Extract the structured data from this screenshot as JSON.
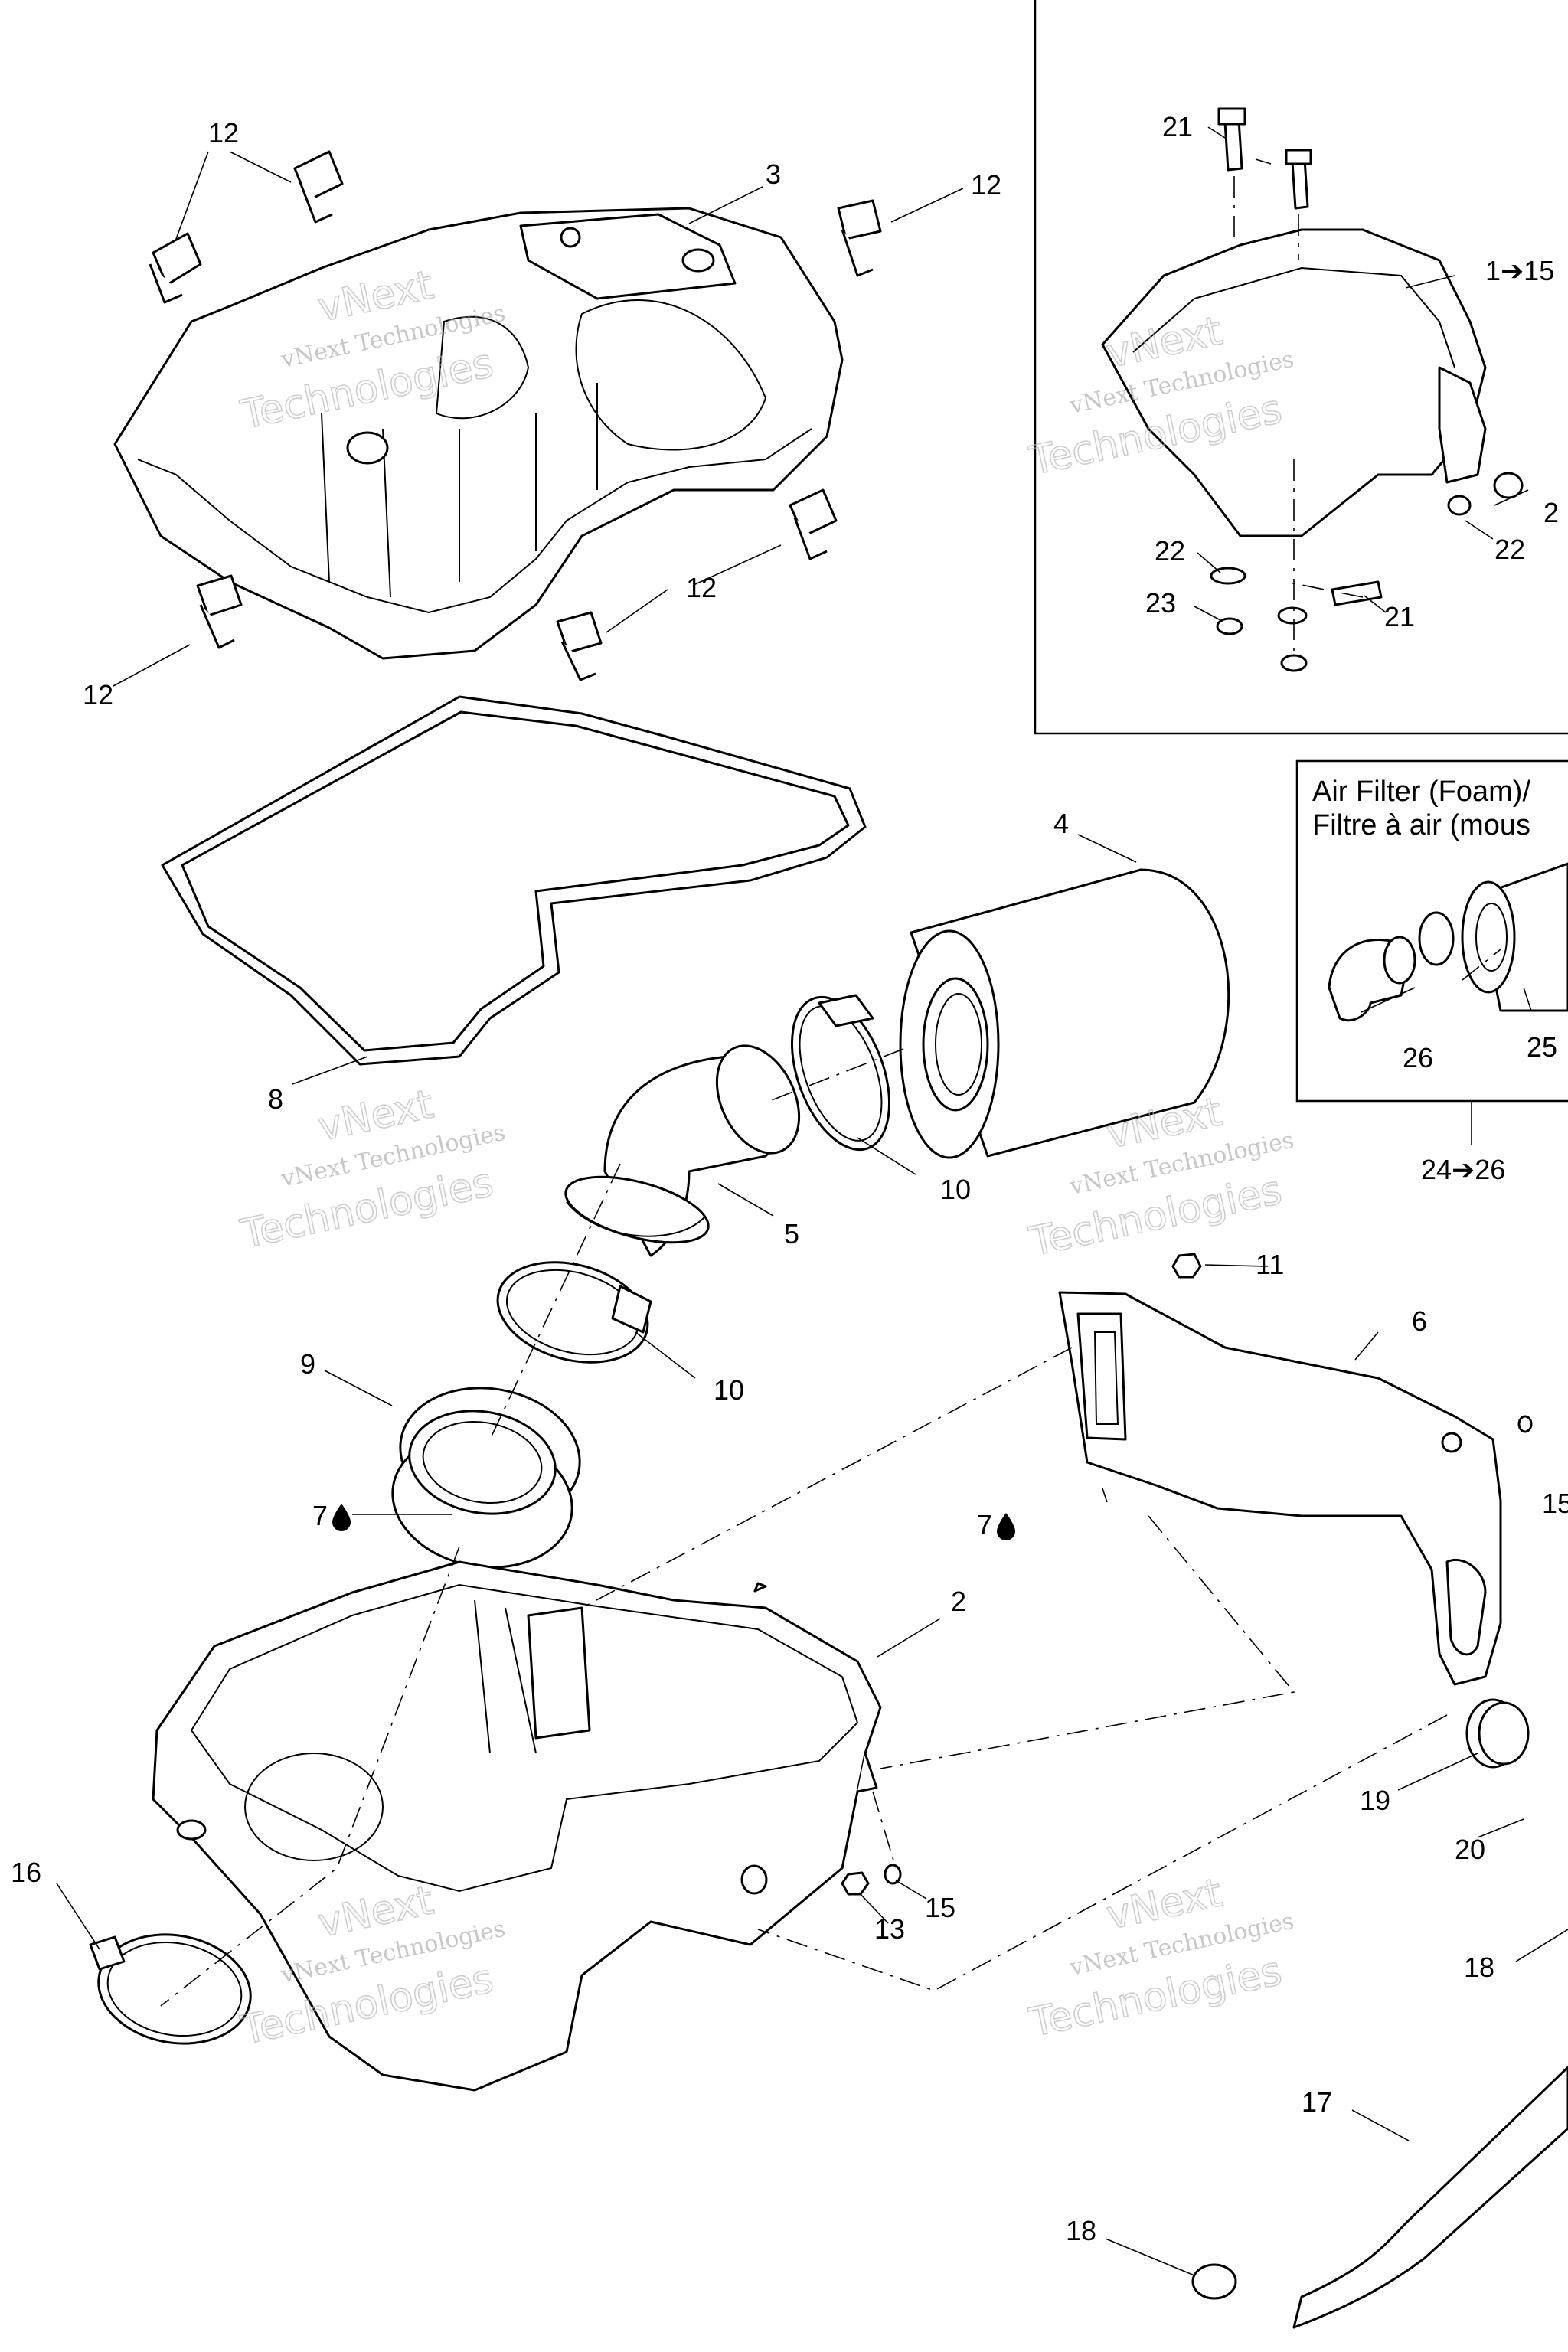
{
  "callouts": {
    "c12a": "12",
    "c12b": "12",
    "c12c": "12",
    "c12d": "12",
    "c3": "3",
    "c8": "8",
    "c4": "4",
    "c5": "5",
    "c10a": "10",
    "c10b": "10",
    "c9": "9",
    "c7a": "7",
    "c7b": "7",
    "c2": "2",
    "c11": "11",
    "c6": "6",
    "c16": "16",
    "c13": "13",
    "c15a": "15",
    "c15b": "15",
    "c19": "19",
    "c20": "20",
    "c18a": "18",
    "c18b": "18",
    "c17": "17",
    "c21a": "21",
    "c21b": "21",
    "c22a": "22",
    "c22b": "22",
    "c23": "23",
    "c2x": "2",
    "c1to15": "1➔15",
    "c26": "26",
    "c25": "25",
    "c24to26": "24➔26"
  },
  "inset_filter": {
    "title_en": "Air Filter (Foam)/",
    "title_fr": "Filtre à air (mous"
  },
  "watermarks": {
    "small": "vNext Technologies",
    "big_top": "vNext",
    "big_bottom": "Technologies"
  },
  "icons": {
    "oil_drop": "oil-drop-icon"
  }
}
